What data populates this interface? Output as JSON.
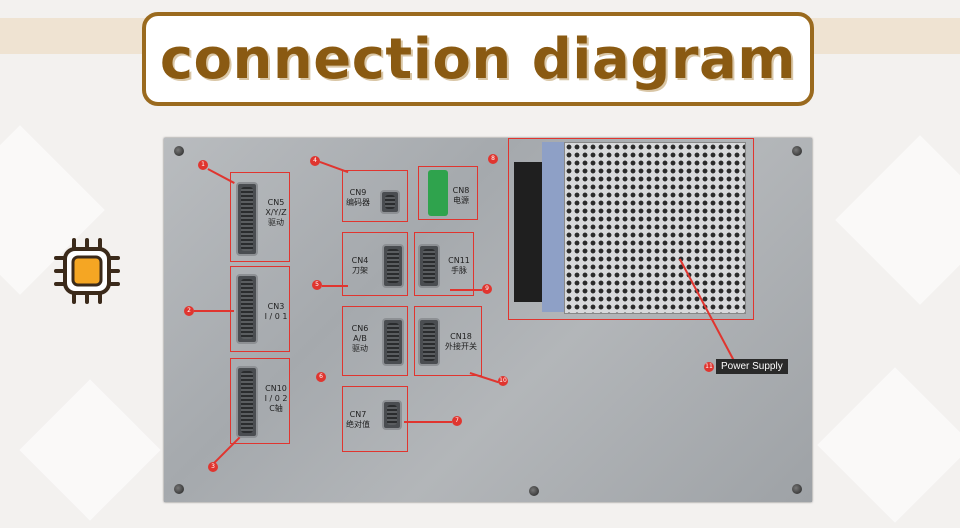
{
  "title": "connection diagram",
  "connectors": [
    {
      "id": "cn5",
      "line1": "CN5",
      "line2": "X/Y/Z",
      "line3": "驱动",
      "badge": "1"
    },
    {
      "id": "cn3",
      "line1": "CN3",
      "line2": "I / 0  1",
      "badge": "2"
    },
    {
      "id": "cn10",
      "line1": "CN10",
      "line2": "I / 0  2",
      "line3": "C轴",
      "badge": "3"
    },
    {
      "id": "cn9",
      "line1": "CN9",
      "line2": "编码器",
      "badge": "4"
    },
    {
      "id": "cn4",
      "line1": "CN4",
      "line2": "刀架",
      "badge": "5"
    },
    {
      "id": "cn6",
      "line1": "CN6",
      "line2": "A/B",
      "line3": "驱动",
      "badge": "6"
    },
    {
      "id": "cn7",
      "line1": "CN7",
      "line2": "绝对值",
      "badge": "7"
    },
    {
      "id": "cn8",
      "line1": "CN8",
      "line2": "电源",
      "badge": "8"
    },
    {
      "id": "cn11",
      "line1": "CN11",
      "line2": "手脉",
      "badge": "9"
    },
    {
      "id": "cn18",
      "line1": "CN18",
      "line2": "外接开关",
      "badge": "10"
    }
  ],
  "power_supply": {
    "label": "Power Supply",
    "badge": "11"
  },
  "icon": "chip-icon",
  "colors": {
    "accent": "#9a6a1e",
    "callout": "#e0352f",
    "title_text": "#8a5a12"
  }
}
